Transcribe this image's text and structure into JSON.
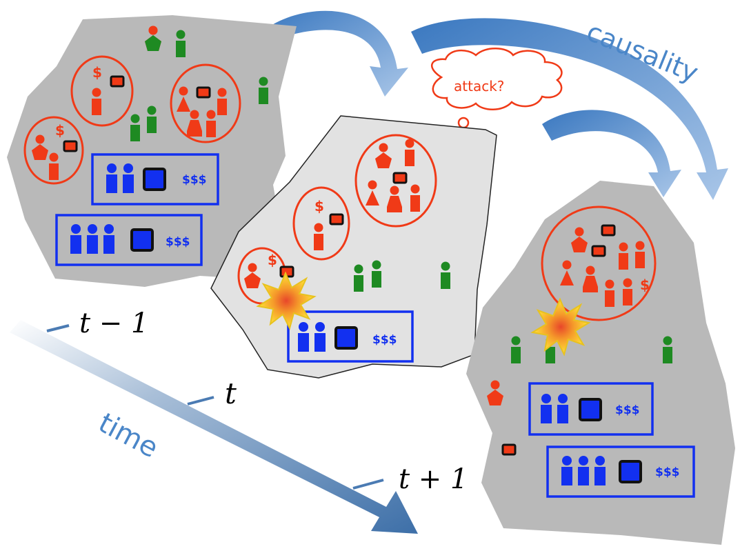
{
  "labels": {
    "causality": "causality",
    "time": "time",
    "t_minus_1": "t − 1",
    "t": "t",
    "t_plus_1": "t + 1",
    "thought": "attack?",
    "money": "$$$",
    "dollar": "$"
  },
  "colors": {
    "adversary": "#f03a17",
    "neutral": "#1e8a22",
    "defender": "#1230f0",
    "region_gray": "#b9b9b9",
    "region_light": "#e2e2e2",
    "arrow_blue": "#4a86c8",
    "time_arrow_dark": "#3d6fa8"
  },
  "icons": [
    "person-icon",
    "house-icon",
    "bomb-icon",
    "explosion-icon",
    "dollar-icon",
    "thought-cloud-icon"
  ]
}
